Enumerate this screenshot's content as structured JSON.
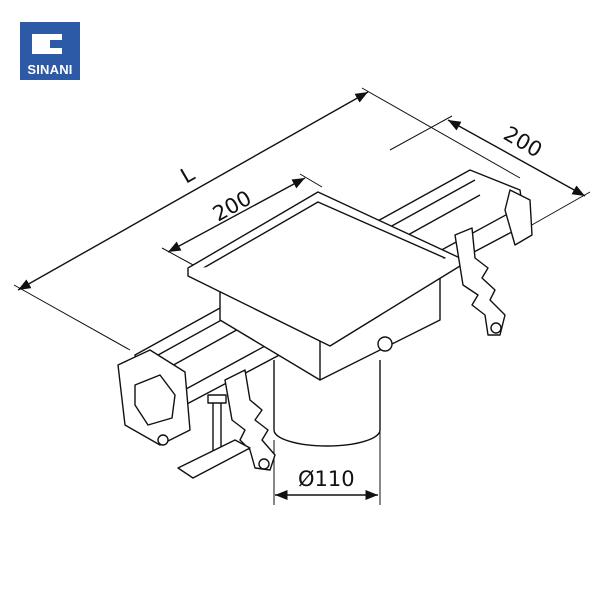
{
  "logo": {
    "text": "SINANI",
    "color": "#2d5aa6"
  },
  "dimensions": {
    "length": "L",
    "width_frame": "200",
    "width_channel": "200",
    "outlet_diameter": "Ø110"
  }
}
